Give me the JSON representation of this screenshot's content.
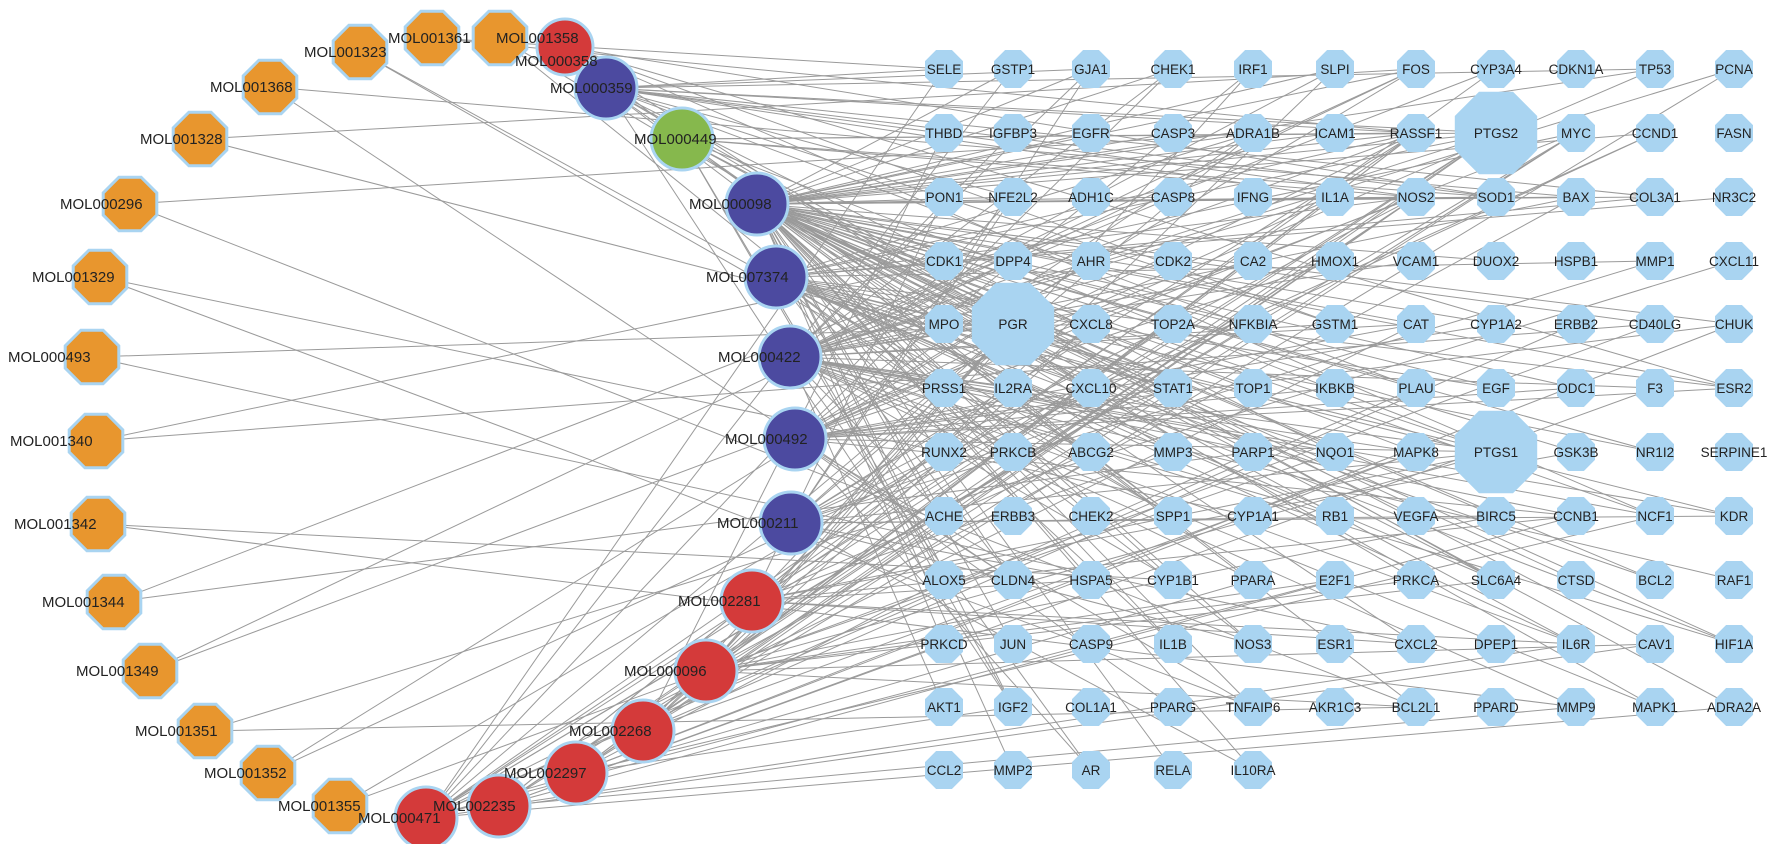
{
  "colors": {
    "edge": "#9a9a9a",
    "node_border": "#a9d4f1",
    "target": "#a9d4f1",
    "orange": "#e8962e",
    "red": "#d43a3a",
    "blue": "#4c4aa0",
    "green": "#86b84d"
  },
  "compounds": [
    {
      "label": "MOL001361",
      "group": "orange"
    },
    {
      "label": "MOL001358",
      "group": "orange"
    },
    {
      "label": "MOL001323",
      "group": "orange"
    },
    {
      "label": "MOL001368",
      "group": "orange"
    },
    {
      "label": "MOL001328",
      "group": "orange"
    },
    {
      "label": "MOL000296",
      "group": "orange"
    },
    {
      "label": "MOL001329",
      "group": "orange"
    },
    {
      "label": "MOL000493",
      "group": "orange"
    },
    {
      "label": "MOL001340",
      "group": "orange"
    },
    {
      "label": "MOL001342",
      "group": "orange"
    },
    {
      "label": "MOL001344",
      "group": "orange"
    },
    {
      "label": "MOL001349",
      "group": "orange"
    },
    {
      "label": "MOL001351",
      "group": "orange"
    },
    {
      "label": "MOL001352",
      "group": "orange"
    },
    {
      "label": "MOL001355",
      "group": "orange"
    },
    {
      "label": "MOL000358",
      "group": "red"
    },
    {
      "label": "MOL000359",
      "group": "blue"
    },
    {
      "label": "MOL000449",
      "group": "green"
    },
    {
      "label": "MOL000098",
      "group": "blue"
    },
    {
      "label": "MOL007374",
      "group": "blue"
    },
    {
      "label": "MOL000422",
      "group": "blue"
    },
    {
      "label": "MOL000492",
      "group": "blue"
    },
    {
      "label": "MOL000211",
      "group": "blue"
    },
    {
      "label": "MOL002281",
      "group": "red"
    },
    {
      "label": "MOL000096",
      "group": "red"
    },
    {
      "label": "MOL002268",
      "group": "red"
    },
    {
      "label": "MOL002297",
      "group": "red"
    },
    {
      "label": "MOL002235",
      "group": "red"
    },
    {
      "label": "MOL000471",
      "group": "red"
    }
  ],
  "targets": [
    [
      "SELE",
      "GSTP1",
      "GJA1",
      "CHEK1",
      "IRF1",
      "SLPI",
      "FOS",
      "CYP3A4",
      "CDKN1A",
      "TP53",
      "PCNA"
    ],
    [
      "THBD",
      "IGFBP3",
      "EGFR",
      "CASP3",
      "ADRA1B",
      "ICAM1",
      "RASSF1",
      "PTGS2",
      "MYC",
      "CCND1",
      "FASN"
    ],
    [
      "PON1",
      "NFE2L2",
      "ADH1C",
      "CASP8",
      "IFNG",
      "IL1A",
      "NOS2",
      "SOD1",
      "BAX",
      "COL3A1",
      "NR3C2"
    ],
    [
      "CDK1",
      "DPP4",
      "AHR",
      "CDK2",
      "CA2",
      "HMOX1",
      "VCAM1",
      "DUOX2",
      "HSPB1",
      "MMP1",
      "CXCL11"
    ],
    [
      "MPO",
      "PGR",
      "CXCL8",
      "TOP2A",
      "NFKBIA",
      "GSTM1",
      "CAT",
      "CYP1A2",
      "ERBB2",
      "CD40LG",
      "CHUK"
    ],
    [
      "PRSS1",
      "IL2RA",
      "CXCL10",
      "STAT1",
      "TOP1",
      "IKBKB",
      "PLAU",
      "EGF",
      "ODC1",
      "F3",
      "ESR2"
    ],
    [
      "RUNX2",
      "PRKCB",
      "ABCG2",
      "MMP3",
      "PARP1",
      "NQO1",
      "MAPK8",
      "PTGS1",
      "GSK3B",
      "NR1I2",
      "SERPINE1"
    ],
    [
      "ACHE",
      "ERBB3",
      "CHEK2",
      "SPP1",
      "CYP1A1",
      "RB1",
      "VEGFA",
      "BIRC5",
      "CCNB1",
      "NCF1",
      "KDR"
    ],
    [
      "ALOX5",
      "CLDN4",
      "HSPA5",
      "CYP1B1",
      "PPARA",
      "E2F1",
      "PRKCA",
      "SLC6A4",
      "CTSD",
      "BCL2",
      "RAF1"
    ],
    [
      "PRKCD",
      "JUN",
      "CASP9",
      "IL1B",
      "NOS3",
      "ESR1",
      "CXCL2",
      "DPEP1",
      "IL6R",
      "CAV1",
      "HIF1A"
    ],
    [
      "AKT1",
      "IGF2",
      "COL1A1",
      "PPARG",
      "TNFAIP6",
      "AKR1C3",
      "BCL2L1",
      "PPARD",
      "MMP9",
      "MAPK1",
      "ADRA2A"
    ],
    [
      "CCL2",
      "MMP2",
      "AR",
      "RELA",
      "IL10RA"
    ]
  ],
  "large_targets": [
    "PTGS2",
    "PGR",
    "PTGS1"
  ]
}
